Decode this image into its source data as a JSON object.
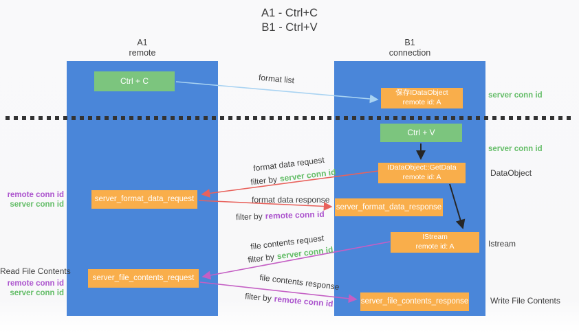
{
  "colors": {
    "lane-blue": "#4a86d9",
    "box-green": "#7cc57e",
    "box-orange": "#f9ae4b",
    "text-dark": "#3c3c3c",
    "text-green": "#64bd68",
    "text-purple": "#ab53cd",
    "arrow-blue": "#a9d3f2",
    "arrow-red": "#e8625c",
    "arrow-magenta": "#c45fc4",
    "arrow-black": "#262626",
    "box-text": "#ffffff",
    "dash": "#333333"
  },
  "title": {
    "line1": "A1 - Ctrl+C",
    "line2": "B1 - Ctrl+V"
  },
  "lanes": {
    "left": {
      "name": "A1",
      "role": "remote"
    },
    "right": {
      "name": "B1",
      "role": "connection"
    }
  },
  "nodes": {
    "ctrl_c": {
      "label": "Ctrl + C"
    },
    "ctrl_v": {
      "label": "Ctrl + V"
    },
    "save_dataobject": {
      "line1": "保存IDataObject",
      "line2": "remote id: A"
    },
    "getdata": {
      "line1": "IDataObject::GetData",
      "line2": "remote id: A"
    },
    "istream": {
      "line1": "IStream",
      "line2": "remote id: A"
    },
    "format_request": {
      "label": "server_format_data_request"
    },
    "format_response": {
      "label": "server_format_data_response"
    },
    "file_request": {
      "label": "server_file_contents_request"
    },
    "file_response": {
      "label": "server_file_contents_response"
    }
  },
  "flows": {
    "format_list": "format list",
    "format_data_request": "format data request",
    "format_data_response": "format data response",
    "file_contents_request": "file contents request",
    "file_contents_response": "file contents response",
    "filter_by": "filter by"
  },
  "terms": {
    "server_conn_id": "server conn id",
    "remote_conn_id": "remote conn id"
  },
  "side_labels": {
    "read_file": "Read File Contents",
    "write_file": "Write File Contents",
    "dataobject": "DataObject",
    "istream": "Istream"
  }
}
